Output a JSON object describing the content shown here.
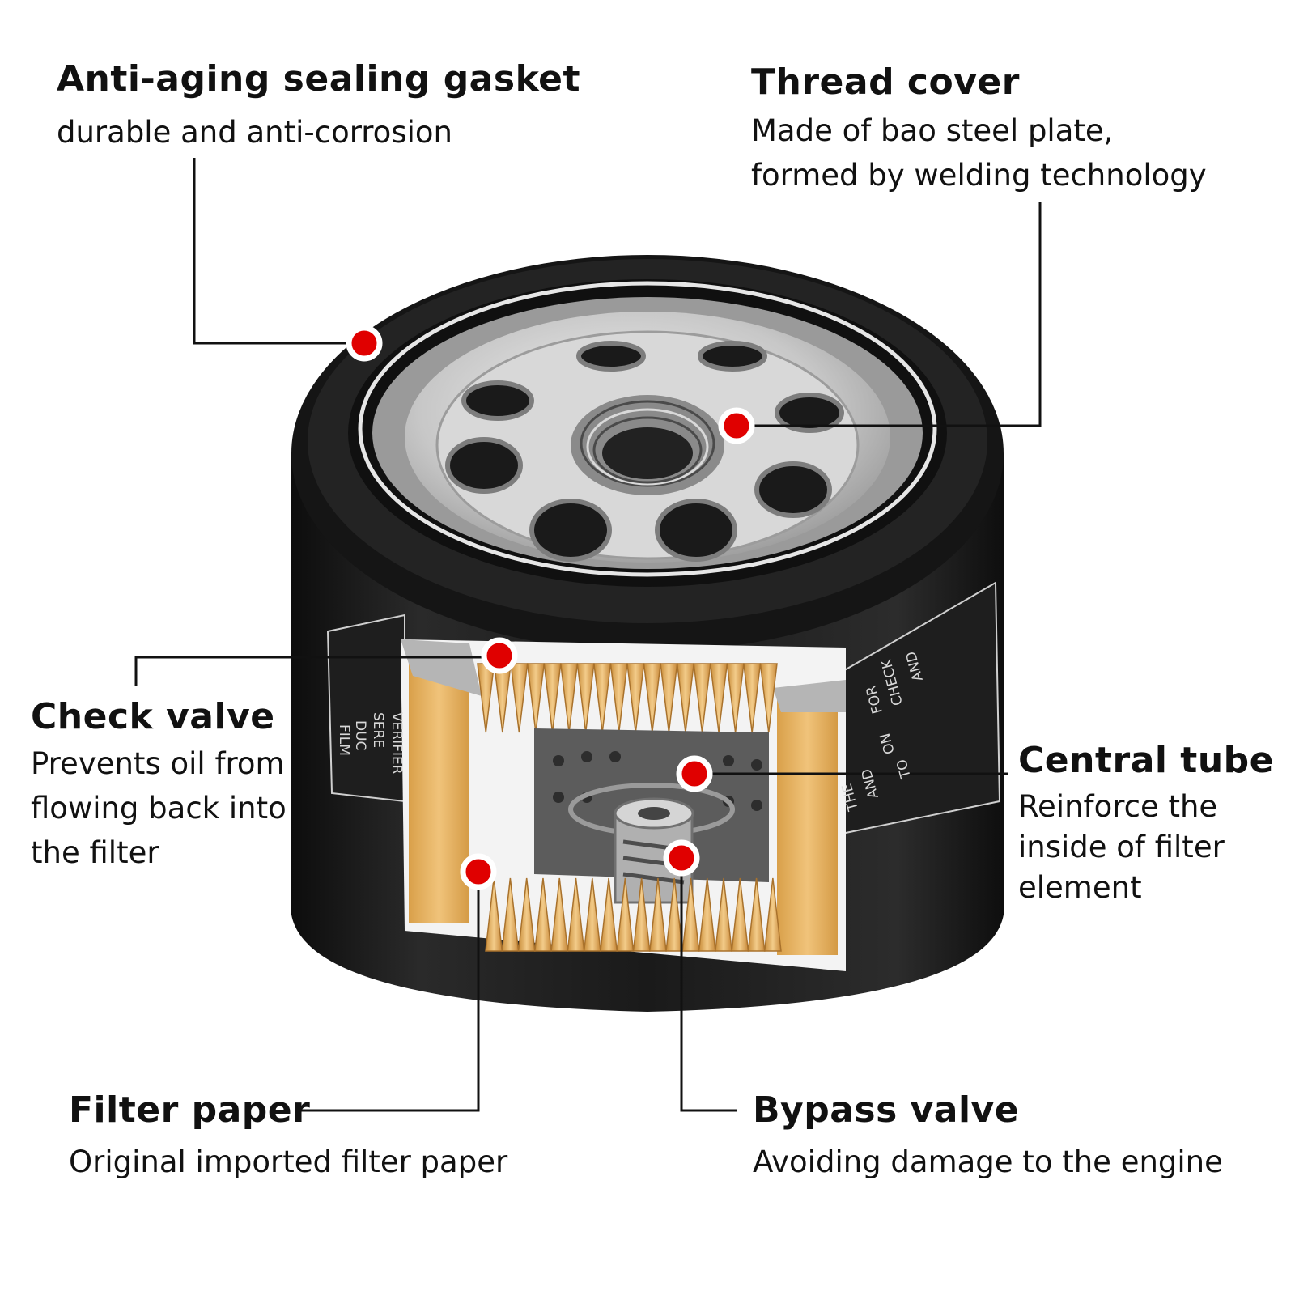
{
  "callouts": {
    "gasket": {
      "title": "Anti-aging sealing gasket",
      "lines": [
        "durable and anti-corrosion"
      ]
    },
    "thread_cover": {
      "title": "Thread cover",
      "lines": [
        "Made of bao steel plate,",
        "formed by welding technology"
      ]
    },
    "check_valve": {
      "title": "Check valve",
      "lines": [
        "Prevents oil from",
        "flowing back into",
        "the filter"
      ]
    },
    "central_tube": {
      "title": "Central tube",
      "lines": [
        "Reinforce the",
        "inside of filter",
        "element"
      ]
    },
    "filter_paper": {
      "title": "Filter paper",
      "lines": [
        "Original imported filter paper"
      ]
    },
    "bypass_valve": {
      "title": "Bypass valve",
      "lines": [
        "Avoiding damage to the engine"
      ]
    }
  },
  "label_text": {
    "right": [
      "THE",
      "AND",
      "ON",
      "TO",
      "FOR",
      "CHECK",
      "AND"
    ],
    "left": [
      "VERIFIER",
      "SERE",
      "DUC",
      "FILM"
    ]
  },
  "colors": {
    "marker": "#e00000",
    "housing": "#1c1c1c",
    "steel": "#c9c9c9",
    "paper": "#e7b45f",
    "leader": "#111111"
  }
}
